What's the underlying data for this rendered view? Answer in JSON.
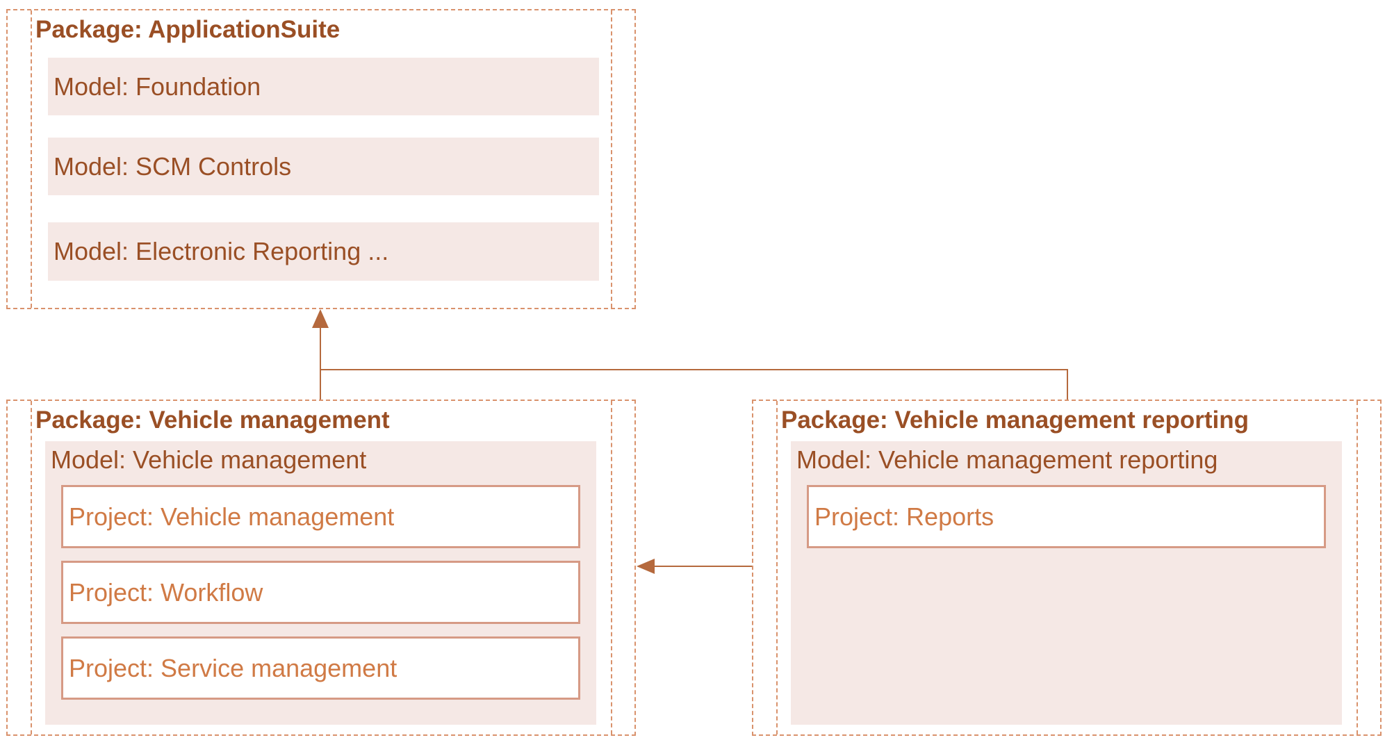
{
  "colors": {
    "package_border": "#d9926c",
    "title_text": "#9a4f25",
    "model_fill": "#f5e8e5",
    "project_border": "#d69a85",
    "project_text": "#d07a45",
    "connector": "#b5693d"
  },
  "packages": {
    "application_suite": {
      "title": "Package: ApplicationSuite",
      "models": [
        "Model: Foundation",
        "Model: SCM Controls",
        "Model: Electronic Reporting ..."
      ]
    },
    "vehicle_management": {
      "title": "Package: Vehicle management",
      "model": "Model: Vehicle management",
      "projects": [
        "Project: Vehicle management",
        "Project: Workflow",
        "Project: Service management"
      ]
    },
    "vehicle_management_reporting": {
      "title": "Package: Vehicle management reporting",
      "model": "Model: Vehicle management reporting",
      "projects": [
        "Project: Reports"
      ]
    }
  },
  "connectors": [
    {
      "from": "Package: Vehicle management",
      "to": "Package: ApplicationSuite"
    },
    {
      "from": "Package: Vehicle management reporting",
      "to": "Package: ApplicationSuite"
    },
    {
      "from": "Package: Vehicle management reporting",
      "to": "Package: Vehicle management"
    }
  ]
}
